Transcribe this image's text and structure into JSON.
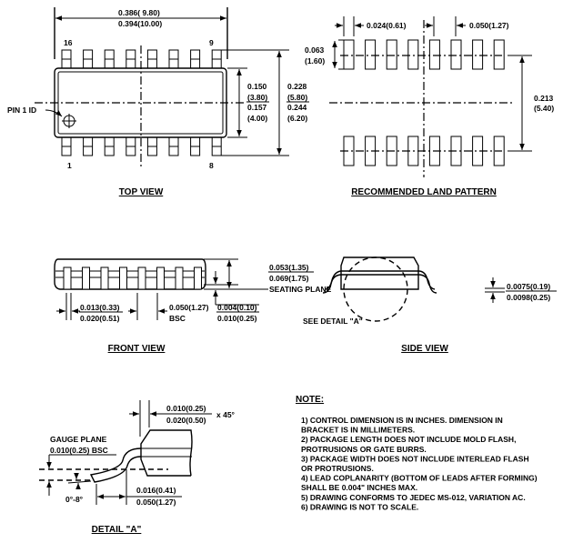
{
  "top_view": {
    "title": "TOP VIEW",
    "length_min": "0.386( 9.80)",
    "length_max": "0.394(10.00)",
    "pin_16": "16",
    "pin_9": "9",
    "pin_1": "1",
    "pin_8": "8",
    "pin1_id": "PIN 1 ID",
    "body_width": [
      "0.150",
      "(3.80)",
      "0.157",
      "(4.00)"
    ],
    "overall_width": [
      "0.228",
      "(5.80)",
      "0.244",
      "(6.20)"
    ]
  },
  "land_pattern": {
    "title": "RECOMMENDED LAND PATTERN",
    "pad_width": "0.024(0.61)",
    "pitch": "0.050(1.27)",
    "pad_length": [
      "0.063",
      "(1.60)"
    ],
    "row_spacing": [
      "0.213",
      "(5.40)"
    ]
  },
  "front_view": {
    "title": "FRONT VIEW",
    "height": [
      "0.053(1.35)",
      "0.069(1.75)"
    ],
    "seating_plane": "SEATING PLANE",
    "lead_width": [
      "0.013(0.33)",
      "0.020(0.51)"
    ],
    "pitch": [
      "0.050(1.27)",
      "BSC"
    ],
    "standoff": [
      "0.004(0.10)",
      "0.010(0.25)"
    ]
  },
  "side_view": {
    "title": "SIDE VIEW",
    "see_detail": "SEE DETAIL \"A\"",
    "lead_thickness": [
      "0.0075(0.19)",
      "0.0098(0.25)"
    ]
  },
  "detail_a": {
    "title": "DETAIL \"A\"",
    "chamfer": [
      "0.010(0.25)",
      "0.020(0.50)"
    ],
    "chamfer_angle": "x 45°",
    "gauge_plane": [
      "GAUGE PLANE",
      "0.010(0.25) BSC"
    ],
    "angle": "0°-8°",
    "foot_length": [
      "0.016(0.41)",
      "0.050(1.27)"
    ]
  },
  "notes": {
    "title": "NOTE:",
    "lines": [
      "1) CONTROL DIMENSION IS IN INCHES.  DIMENSION IN",
      "    BRACKET IS IN MILLIMETERS.",
      "2) PACKAGE LENGTH DOES NOT INCLUDE MOLD FLASH,",
      "    PROTRUSIONS OR GATE BURRS.",
      "3) PACKAGE WIDTH DOES NOT INCLUDE INTERLEAD FLASH",
      "    OR PROTRUSIONS.",
      "4) LEAD COPLANARITY (BOTTOM OF LEADS AFTER FORMING)",
      "    SHALL BE 0.004\" INCHES MAX.",
      "5) DRAWING CONFORMS TO JEDEC MS-012, VARIATION AC.",
      "6) DRAWING IS NOT TO SCALE."
    ]
  }
}
